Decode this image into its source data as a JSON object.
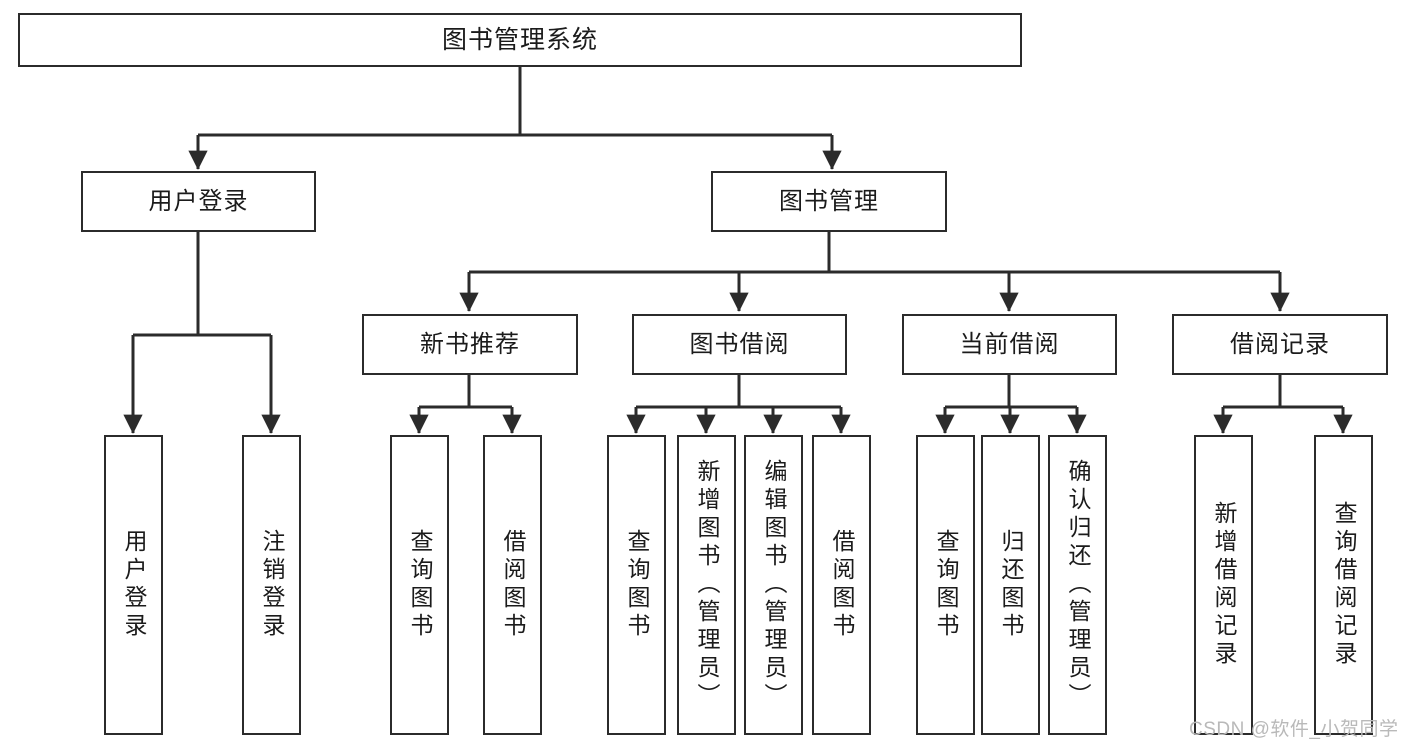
{
  "diagram": {
    "title": "图书管理系统",
    "type": "tree",
    "stroke_color": "#2b2b2b",
    "fill_color": "#ffffff",
    "text_color": "#1b1b1b"
  },
  "nodes": {
    "root": {
      "label": "图书管理系统"
    },
    "level2": [
      {
        "id": "user-login",
        "label": "用户登录"
      },
      {
        "id": "book-manage",
        "label": "图书管理"
      }
    ],
    "level3": [
      {
        "id": "new-book-recommend",
        "label": "新书推荐"
      },
      {
        "id": "book-borrow",
        "label": "图书借阅"
      },
      {
        "id": "current-borrow",
        "label": "当前借阅"
      },
      {
        "id": "borrow-record",
        "label": "借阅记录"
      }
    ],
    "leaves": {
      "user_login": [
        {
          "id": "leaf-user-login",
          "label": "用户登录"
        },
        {
          "id": "leaf-logout",
          "label": "注销登录"
        }
      ],
      "new_book_recommend": [
        {
          "id": "leaf-query-book-1",
          "label": "查询图书"
        },
        {
          "id": "leaf-borrow-book-1",
          "label": "借阅图书"
        }
      ],
      "book_borrow": [
        {
          "id": "leaf-query-book-2",
          "label": "查询图书"
        },
        {
          "id": "leaf-add-book",
          "label": "新增图书（管理员）"
        },
        {
          "id": "leaf-edit-book",
          "label": "编辑图书（管理员）"
        },
        {
          "id": "leaf-borrow-book-2",
          "label": "借阅图书"
        }
      ],
      "current_borrow": [
        {
          "id": "leaf-query-book-3",
          "label": "查询图书"
        },
        {
          "id": "leaf-return-book",
          "label": "归还图书"
        },
        {
          "id": "leaf-confirm-return",
          "label": "确认归还（管理员）"
        }
      ],
      "borrow_record": [
        {
          "id": "leaf-add-record",
          "label": "新增借阅记录"
        },
        {
          "id": "leaf-query-record",
          "label": "查询借阅记录"
        }
      ]
    }
  },
  "watermark": {
    "text": "CSDN @软件_小贺同学"
  }
}
